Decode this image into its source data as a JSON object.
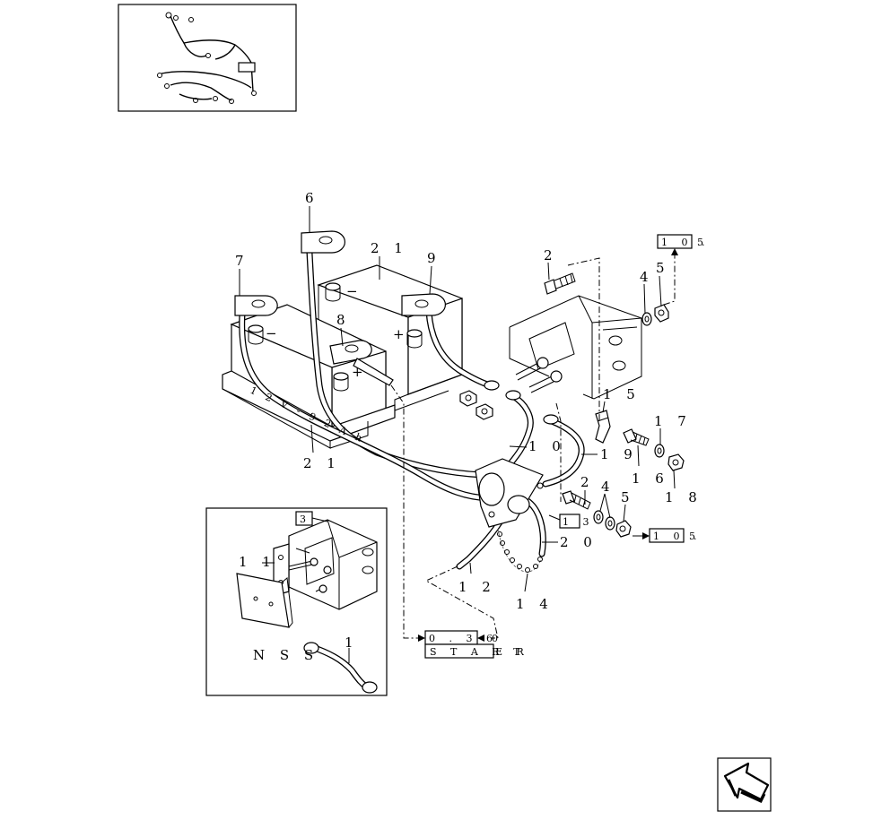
{
  "diagram": {
    "battery_label": "1 2 V - 9 2 A h",
    "callouts": {
      "c1": "1",
      "c2a": "2",
      "c2b": "2",
      "c3": "3",
      "c4a": "4",
      "c4b": "4",
      "c5a": "5",
      "c5b": "5",
      "c6": "6",
      "c7": "7",
      "c8": "8",
      "c9": "9",
      "c10": "1 0",
      "c11": "1 1",
      "c12": "1 2",
      "c13": "1 3",
      "c14": "1 4",
      "c15": "1 5",
      "c16": "1 6",
      "c17": "1 7",
      "c18": "1 8",
      "c19": "1 9",
      "c20": "2 0",
      "c21a": "2 1",
      "c21b": "2 1",
      "nss": "N S S"
    },
    "terminal_signs": {
      "minus_a": "−",
      "minus_b": "−",
      "plus_a": "+",
      "plus_b": "+"
    },
    "references": {
      "ref_top": {
        "boxed": "1 0 .",
        "tail": "5"
      },
      "ref_right": {
        "boxed": "1 0 .",
        "tail": "5"
      },
      "ref_starter": {
        "boxed": "0 . 3 6",
        "tail": "0",
        "label_boxed": "S T A R T",
        "label_tail": "E R"
      }
    }
  },
  "nav": {
    "icon": "back-arrow-icon"
  }
}
